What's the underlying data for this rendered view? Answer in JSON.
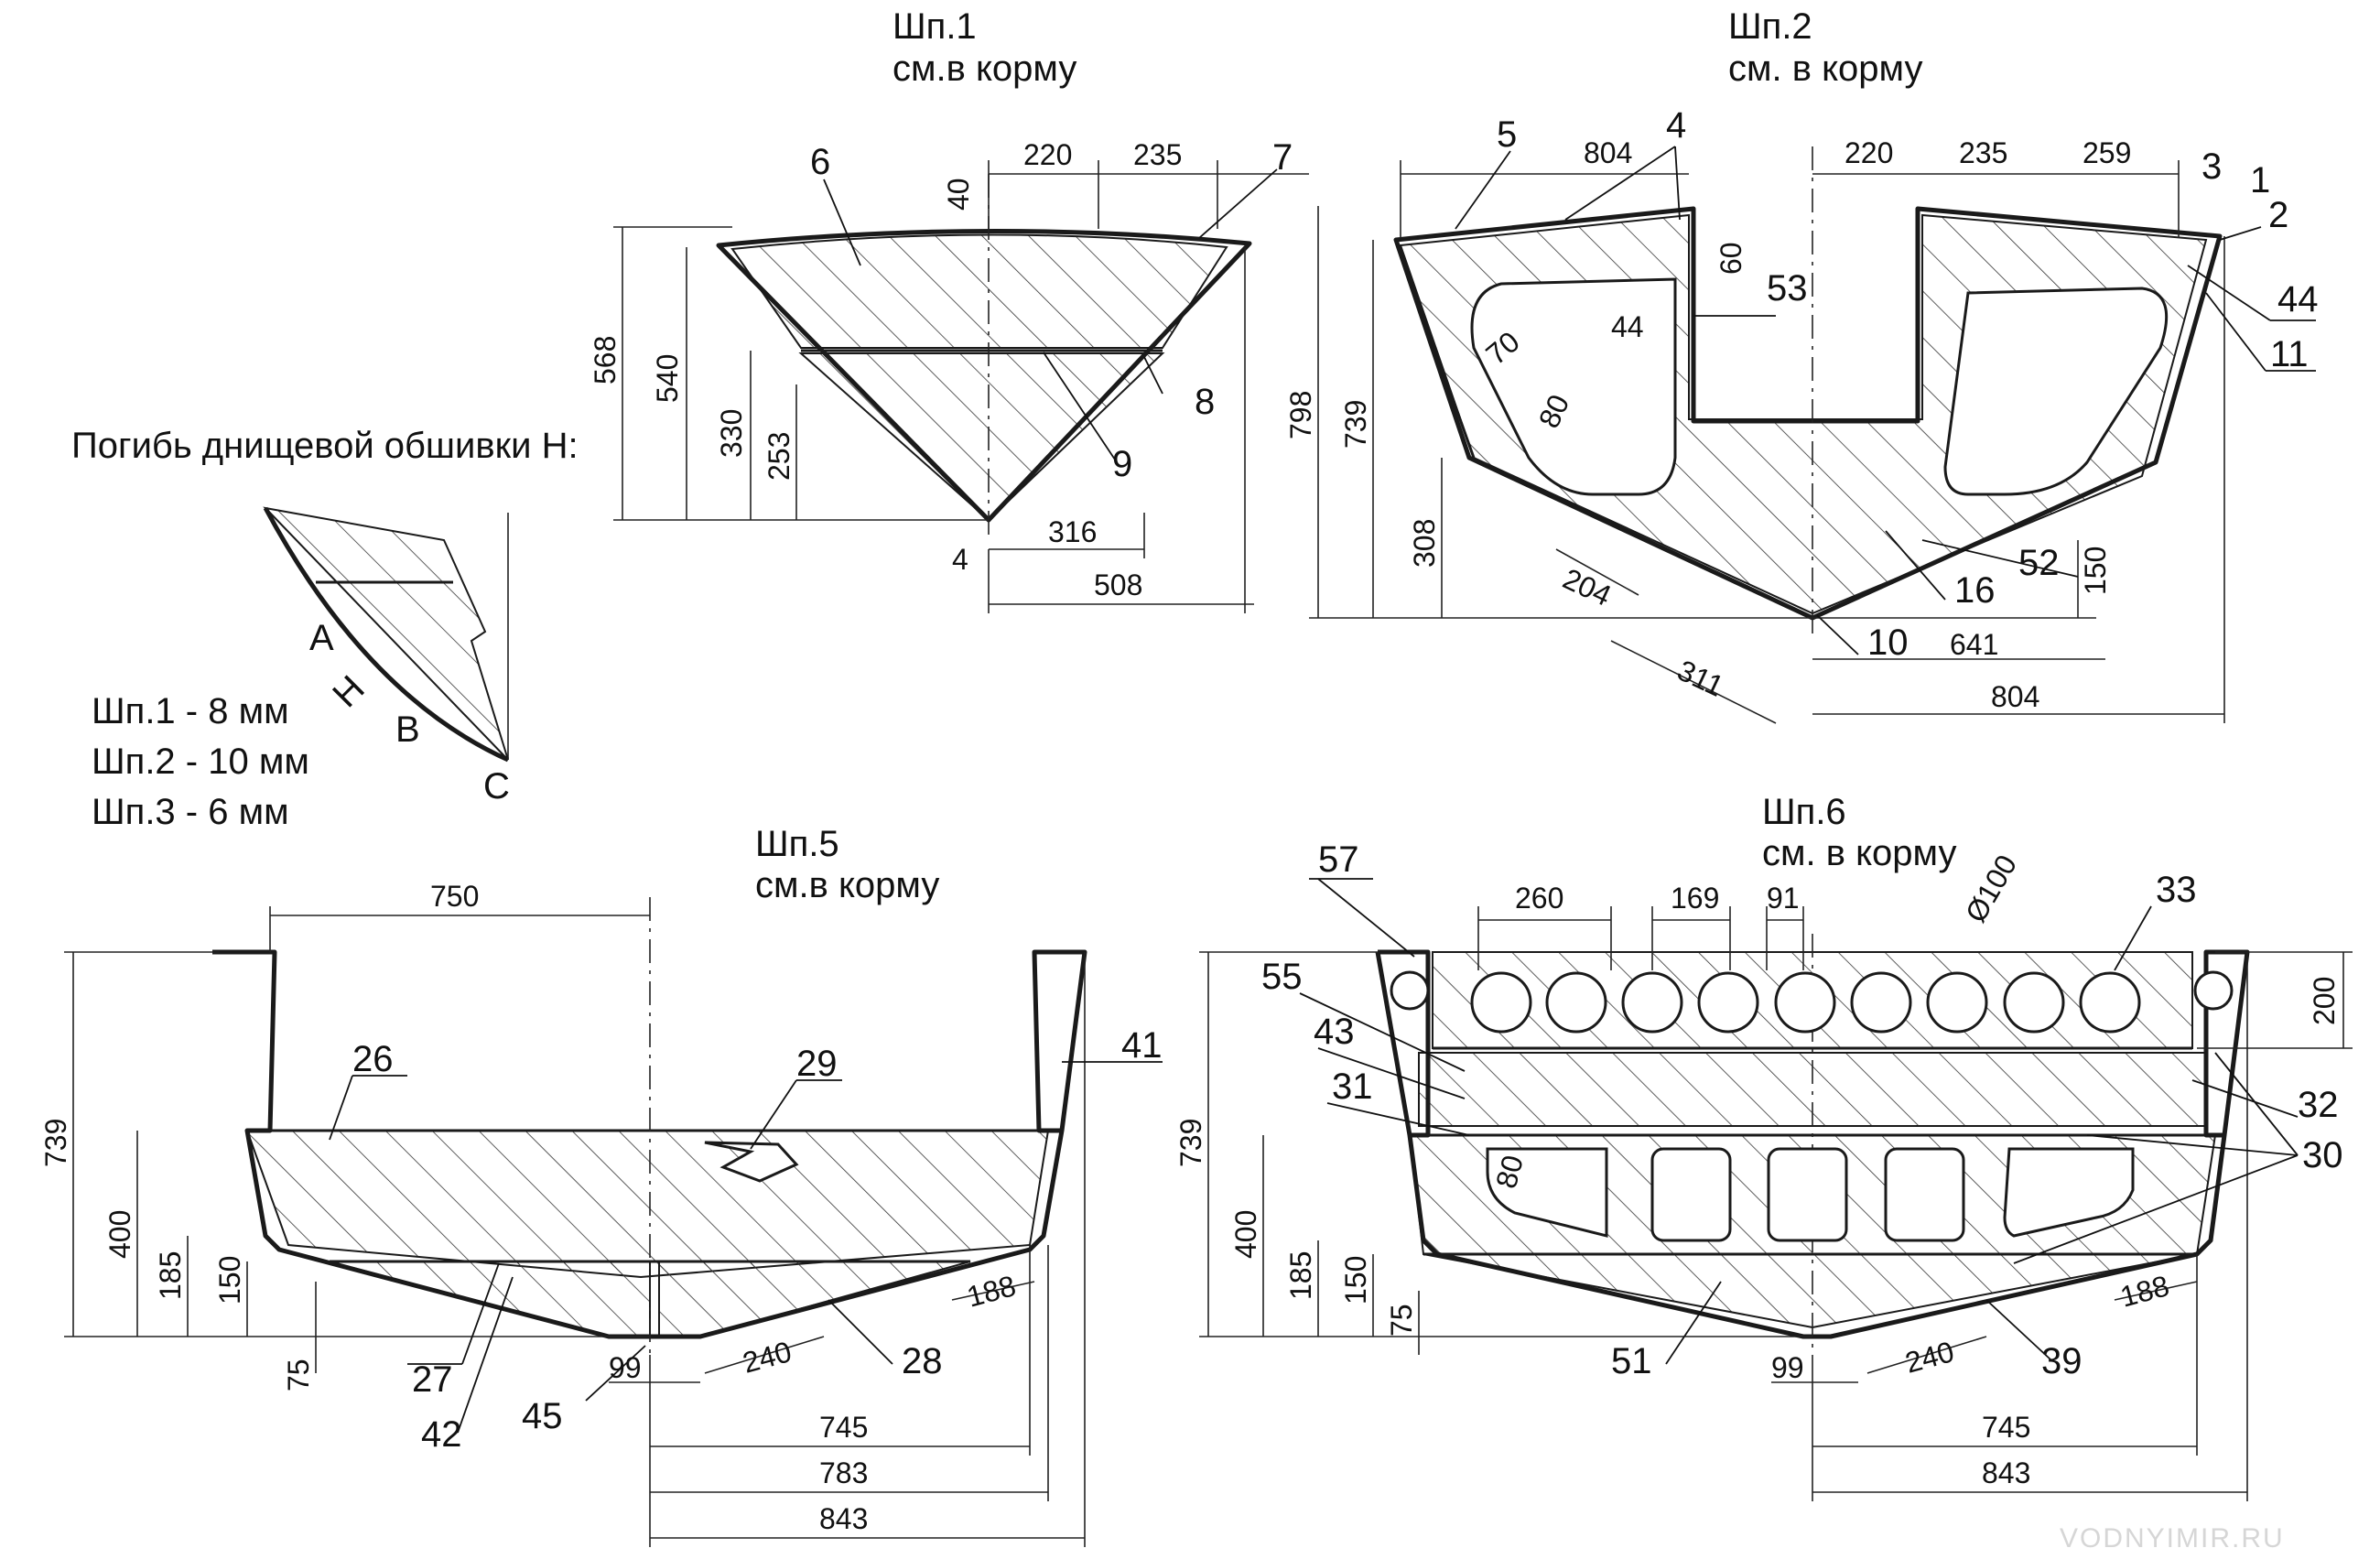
{
  "frames": {
    "f1": {
      "title": "Шп.1",
      "subtitle": "см.в корму",
      "dims": [
        "220",
        "235",
        "40",
        "568",
        "540",
        "330",
        "253",
        "316",
        "4",
        "508"
      ],
      "callouts": [
        "6",
        "7",
        "8",
        "9"
      ]
    },
    "f2": {
      "title": "Шп.2",
      "subtitle": "см. в корму",
      "dims": [
        "804",
        "220",
        "235",
        "259",
        "60",
        "44",
        "70",
        "80",
        "798",
        "739",
        "308",
        "204",
        "311",
        "641",
        "804",
        "150"
      ],
      "callouts": [
        "5",
        "4",
        "3",
        "1",
        "2",
        "53",
        "44",
        "11",
        "52",
        "16",
        "10"
      ]
    },
    "f5": {
      "title": "Шп.5",
      "subtitle": "см.в корму",
      "dims": [
        "750",
        "739",
        "400",
        "185",
        "150",
        "75",
        "240",
        "188",
        "99",
        "745",
        "783",
        "843"
      ],
      "callouts": [
        "26",
        "29",
        "41",
        "27",
        "42",
        "45",
        "28"
      ]
    },
    "f6": {
      "title": "Шп.6",
      "subtitle": "см. в корму",
      "dims": [
        "260",
        "169",
        "91",
        "Ø100",
        "200",
        "739",
        "400",
        "80",
        "185",
        "150",
        "75",
        "99",
        "240",
        "188",
        "745",
        "843"
      ],
      "callouts": [
        "57",
        "55",
        "43",
        "31",
        "33",
        "32",
        "30",
        "39",
        "51"
      ]
    }
  },
  "bend": {
    "title": "Погибь днищевой обшивки Н:",
    "letters": [
      "A",
      "H",
      "B",
      "C"
    ],
    "lines": [
      "Шп.1 - 8 мм",
      "Шп.2 - 10 мм",
      "Шп.3 - 6 мм"
    ]
  },
  "watermark": "VODNYIMIR.RU",
  "colors": {
    "ink": "#1a1a1a",
    "paper": "#ffffff"
  }
}
